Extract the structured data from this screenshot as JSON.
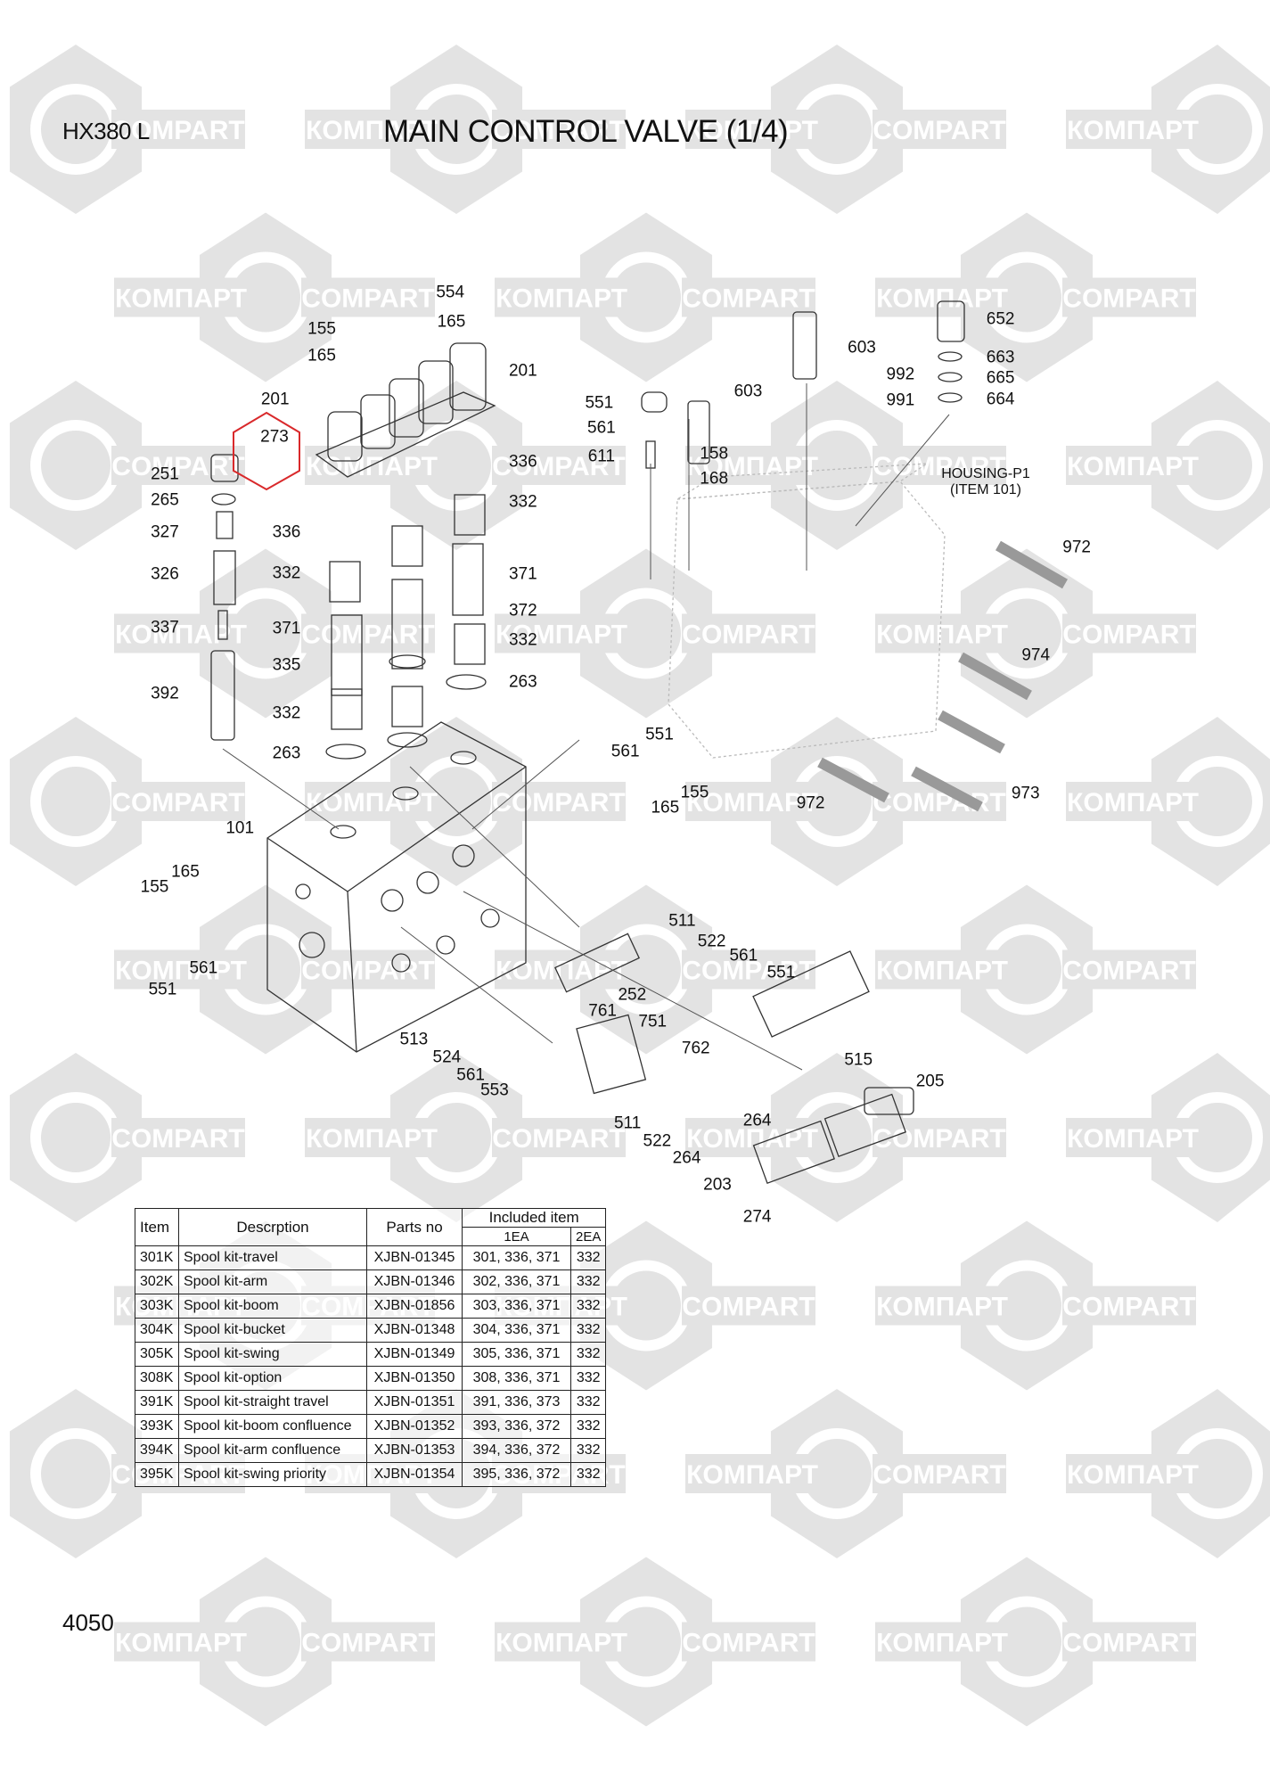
{
  "header": {
    "model": "HX380 L",
    "title": "MAIN CONTROL VALVE (1/4)"
  },
  "page_number": "4050",
  "watermark": {
    "text_left": "КОМПАРТ",
    "text_right": "COMPART",
    "color": "#e3e3e3"
  },
  "highlight": {
    "label": "273",
    "color": "#d9292b"
  },
  "housing_label": {
    "line1": "HOUSING-P1",
    "line2": "(ITEM 101)"
  },
  "callouts": [
    "554",
    "165",
    "155",
    "165",
    "201",
    "201",
    "251",
    "265",
    "336",
    "332",
    "327",
    "336",
    "326",
    "332",
    "371",
    "372",
    "337",
    "371",
    "332",
    "335",
    "263",
    "392",
    "332",
    "263",
    "652",
    "603",
    "663",
    "665",
    "992",
    "551",
    "603",
    "991",
    "664",
    "561",
    "611",
    "158",
    "168",
    "972",
    "974",
    "551",
    "561",
    "155",
    "165",
    "972",
    "973",
    "101",
    "165",
    "155",
    "511",
    "522",
    "561",
    "551",
    "561",
    "551",
    "252",
    "761",
    "751",
    "513",
    "762",
    "524",
    "561",
    "553",
    "515",
    "205",
    "511",
    "264",
    "522",
    "264",
    "203",
    "274"
  ],
  "table": {
    "headers": {
      "item": "Item",
      "description": "Descrption",
      "parts_no": "Parts no",
      "included": "Included item",
      "one_ea": "1EA",
      "two_ea": "2EA"
    },
    "rows": [
      {
        "item": "301K",
        "description": "Spool kit-travel",
        "parts_no": "XJBN-01345",
        "one_ea": "301, 336, 371",
        "two_ea": "332"
      },
      {
        "item": "302K",
        "description": "Spool kit-arm",
        "parts_no": "XJBN-01346",
        "one_ea": "302, 336, 371",
        "two_ea": "332"
      },
      {
        "item": "303K",
        "description": "Spool kit-boom",
        "parts_no": "XJBN-01856",
        "one_ea": "303, 336, 371",
        "two_ea": "332"
      },
      {
        "item": "304K",
        "description": "Spool kit-bucket",
        "parts_no": "XJBN-01348",
        "one_ea": "304, 336, 371",
        "two_ea": "332"
      },
      {
        "item": "305K",
        "description": "Spool kit-swing",
        "parts_no": "XJBN-01349",
        "one_ea": "305, 336, 371",
        "two_ea": "332"
      },
      {
        "item": "308K",
        "description": "Spool kit-option",
        "parts_no": "XJBN-01350",
        "one_ea": "308, 336, 371",
        "two_ea": "332"
      },
      {
        "item": "391K",
        "description": "Spool kit-straight travel",
        "parts_no": "XJBN-01351",
        "one_ea": "391, 336, 373",
        "two_ea": "332"
      },
      {
        "item": "393K",
        "description": "Spool kit-boom confluence",
        "parts_no": "XJBN-01352",
        "one_ea": "393, 336, 372",
        "two_ea": "332"
      },
      {
        "item": "394K",
        "description": "Spool kit-arm confluence",
        "parts_no": "XJBN-01353",
        "one_ea": "394, 336, 372",
        "two_ea": "332"
      },
      {
        "item": "395K",
        "description": "Spool kit-swing priority",
        "parts_no": "XJBN-01354",
        "one_ea": "395, 336, 372",
        "two_ea": "332"
      }
    ]
  }
}
